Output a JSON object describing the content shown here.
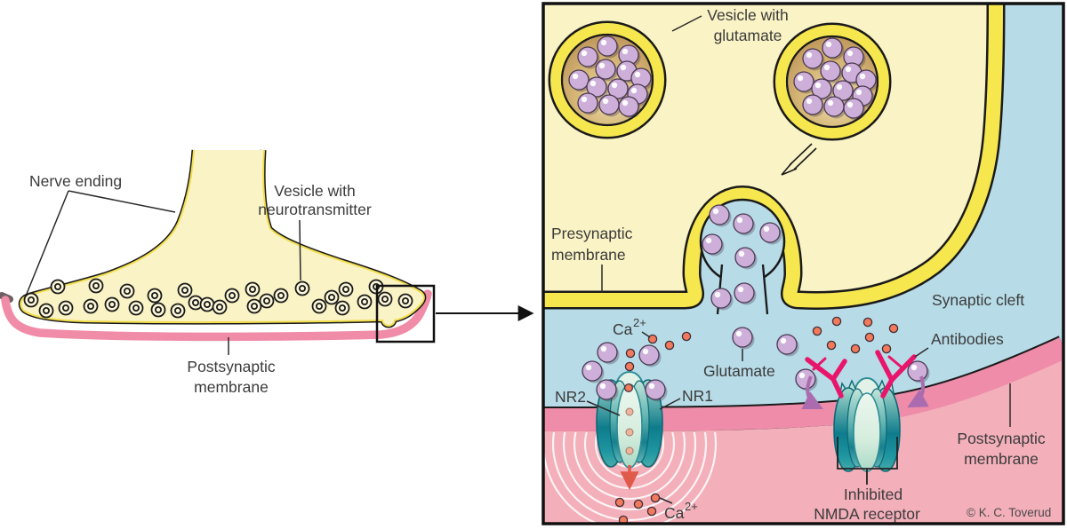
{
  "figure": {
    "type": "synapse-nmda-receptor-illustration",
    "credit": "© K. C. Toverud"
  },
  "palette": {
    "cytoplasm_pale_yellow": "#FAF3C5",
    "membrane_yellow": "#F6E74E",
    "synaptic_cleft_blue": "#B7DBE7",
    "postsynaptic_membrane_pink": "#EE8CA9",
    "postsynaptic_cell_pink": "#F3AFBA",
    "vesicle_tan": "#D4B574",
    "glutamate_purple": "#CDAFD9",
    "calcium_orange": "#F2795B",
    "receptor_teal": "#0F7E8D",
    "antibody_magenta": "#E8156B",
    "arrow_purple": "#AA6CAE",
    "outline_black": "#1a1a1a"
  },
  "left_diagram": {
    "labels": {
      "nerve_ending": "Nerve ending",
      "vesicle_line1": "Vesicle with",
      "vesicle_line2": "neurotransmitter",
      "postsynaptic_line1": "Postsynaptic",
      "postsynaptic_line2": "membrane"
    }
  },
  "right_panel": {
    "labels": {
      "vesicle_glutamate_line1": "Vesicle with",
      "vesicle_glutamate_line2": "glutamate",
      "presynaptic_line1": "Presynaptic",
      "presynaptic_line2": "membrane",
      "synaptic_cleft": "Synaptic cleft",
      "antibodies": "Antibodies",
      "glutamate": "Glutamate",
      "ca_base": "Ca",
      "ca_sup": "2+",
      "nr2": "NR2",
      "nr1": "NR1",
      "inhibited_line1": "Inhibited",
      "inhibited_line2": "NMDA receptor",
      "postsynaptic_line1": "Postsynaptic",
      "postsynaptic_line2": "membrane",
      "credit": "© K. C. Toverud"
    }
  }
}
